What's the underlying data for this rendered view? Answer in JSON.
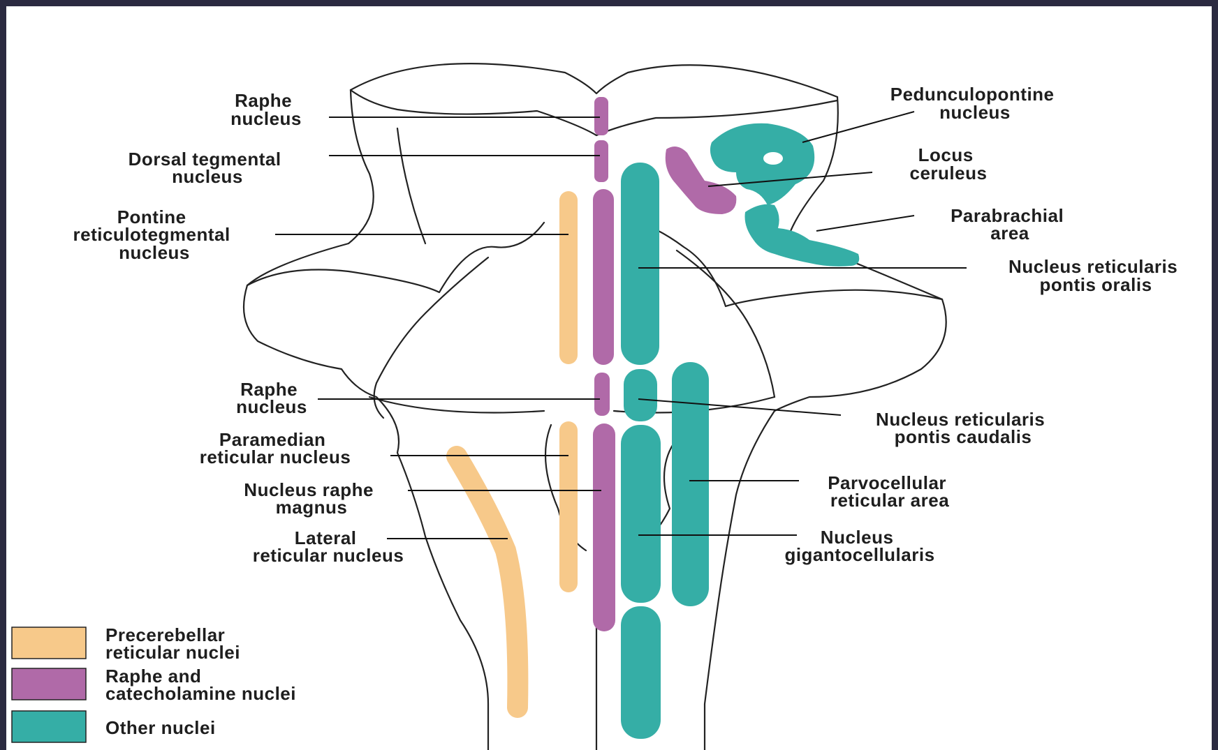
{
  "colors": {
    "precerebellar": "#f7c98a",
    "raphe": "#b06aa8",
    "other": "#35aea6",
    "background": "#2b2a40"
  },
  "labels": {
    "raphe_top": [
      "Raphe",
      "nucleus"
    ],
    "dorsal_tegmental": [
      "Dorsal tegmental",
      "nucleus"
    ],
    "pontine_reticulotegmental": [
      "Pontine",
      "reticulotegmental",
      "nucleus"
    ],
    "raphe_mid": [
      "Raphe",
      "nucleus"
    ],
    "paramedian": [
      "Paramedian",
      "reticular nucleus"
    ],
    "raphe_magnus": [
      "Nucleus raphe",
      "magnus"
    ],
    "lateral_reticular": [
      "Lateral",
      "reticular nucleus"
    ],
    "pedunculopontine": [
      "Pedunculopontine",
      "nucleus"
    ],
    "locus_ceruleus": [
      "Locus",
      "ceruleus"
    ],
    "parabrachial": [
      "Parabrachial",
      "area"
    ],
    "pontis_oralis": [
      "Nucleus reticularis",
      "pontis oralis"
    ],
    "pontis_caudalis": [
      "Nucleus reticularis",
      "pontis caudalis"
    ],
    "parvocellular": [
      "Parvocellular",
      "reticular area"
    ],
    "gigantocellularis": [
      "Nucleus",
      "gigantocellularis"
    ]
  },
  "legend": [
    {
      "key": "precerebellar",
      "lines": [
        "Precerebellar",
        "reticular nuclei"
      ]
    },
    {
      "key": "raphe",
      "lines": [
        "Raphe and",
        "catecholamine nuclei"
      ]
    },
    {
      "key": "other",
      "lines": [
        "Other nuclei"
      ]
    }
  ]
}
